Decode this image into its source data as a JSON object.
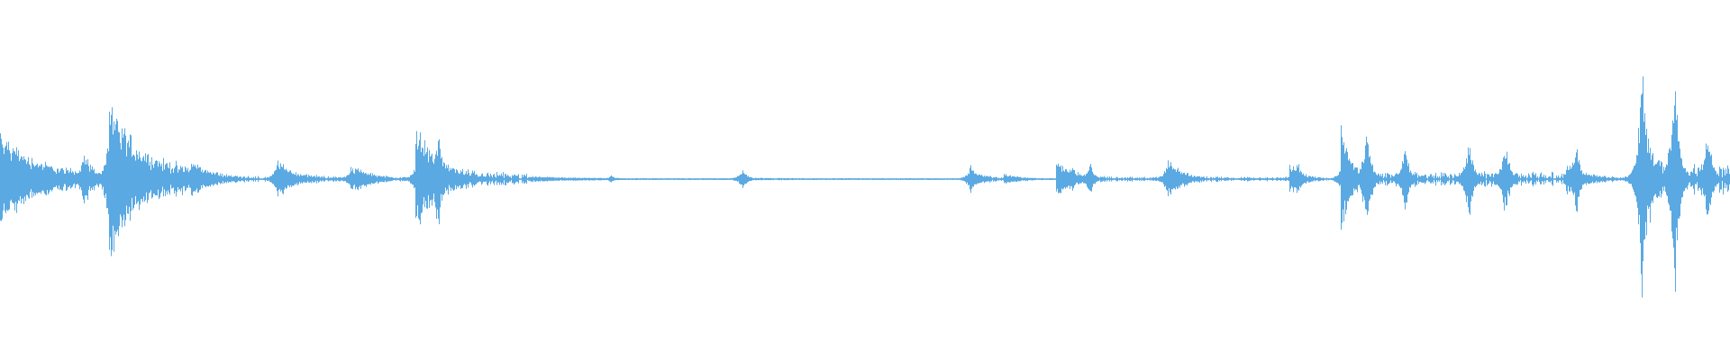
{
  "waveform": {
    "color": "#5aa9e2",
    "background": "#ffffff",
    "sample_count": 1920,
    "amplitude_scale": 1.0,
    "segments": [
      {
        "start": 0.0,
        "end": 0.048,
        "peak": 0.35,
        "decay": 0.02
      },
      {
        "start": 0.048,
        "end": 0.063,
        "peak": 0.2,
        "decay": 0.006
      },
      {
        "start": 0.063,
        "end": 0.11,
        "peak": 0.55,
        "decay": 0.018
      },
      {
        "start": 0.11,
        "end": 0.16,
        "peak": 0.14,
        "decay": 0.012
      },
      {
        "start": 0.16,
        "end": 0.205,
        "peak": 0.14,
        "decay": 0.01
      },
      {
        "start": 0.205,
        "end": 0.24,
        "peak": 0.1,
        "decay": 0.01
      },
      {
        "start": 0.24,
        "end": 0.305,
        "peak": 0.38,
        "decay": 0.012
      },
      {
        "start": 0.305,
        "end": 0.43,
        "peak": 0.02,
        "decay": 0.05
      },
      {
        "start": 0.43,
        "end": 0.438,
        "peak": 0.05,
        "decay": 0.003
      },
      {
        "start": 0.438,
        "end": 0.56,
        "peak": 0.01,
        "decay": 0.05
      },
      {
        "start": 0.56,
        "end": 0.58,
        "peak": 0.1,
        "decay": 0.006
      },
      {
        "start": 0.58,
        "end": 0.61,
        "peak": 0.04,
        "decay": 0.01
      },
      {
        "start": 0.61,
        "end": 0.675,
        "peak": 0.14,
        "decay": 0.01
      },
      {
        "start": 0.675,
        "end": 0.745,
        "peak": 0.14,
        "decay": 0.008
      },
      {
        "start": 0.745,
        "end": 0.775,
        "peak": 0.12,
        "decay": 0.006
      },
      {
        "start": 0.775,
        "end": 0.905,
        "peak": 0.45,
        "decay": 0.005
      },
      {
        "start": 0.905,
        "end": 0.948,
        "peak": 0.12,
        "decay": 0.01
      },
      {
        "start": 0.948,
        "end": 1.0,
        "peak": 0.95,
        "decay": 0.004
      }
    ],
    "spikes": [
      {
        "at": 0.0,
        "height": 0.28
      },
      {
        "at": 0.048,
        "height": 0.2
      },
      {
        "at": 0.064,
        "height": 0.62
      },
      {
        "at": 0.111,
        "height": 0.14
      },
      {
        "at": 0.16,
        "height": 0.12
      },
      {
        "at": 0.203,
        "height": 0.1
      },
      {
        "at": 0.243,
        "height": 0.36
      },
      {
        "at": 0.253,
        "height": 0.42
      },
      {
        "at": 0.353,
        "height": 0.03
      },
      {
        "at": 0.429,
        "height": 0.08
      },
      {
        "at": 0.561,
        "height": 0.1
      },
      {
        "at": 0.62,
        "height": 0.1
      },
      {
        "at": 0.63,
        "height": 0.12
      },
      {
        "at": 0.675,
        "height": 0.14
      },
      {
        "at": 0.75,
        "height": 0.14
      },
      {
        "at": 0.778,
        "height": 0.3
      },
      {
        "at": 0.79,
        "height": 0.44
      },
      {
        "at": 0.812,
        "height": 0.28
      },
      {
        "at": 0.849,
        "height": 0.34
      },
      {
        "at": 0.87,
        "height": 0.3
      },
      {
        "at": 0.911,
        "height": 0.3
      },
      {
        "at": 0.949,
        "height": 0.82
      },
      {
        "at": 0.968,
        "height": 0.95
      },
      {
        "at": 0.987,
        "height": 0.4
      }
    ]
  }
}
